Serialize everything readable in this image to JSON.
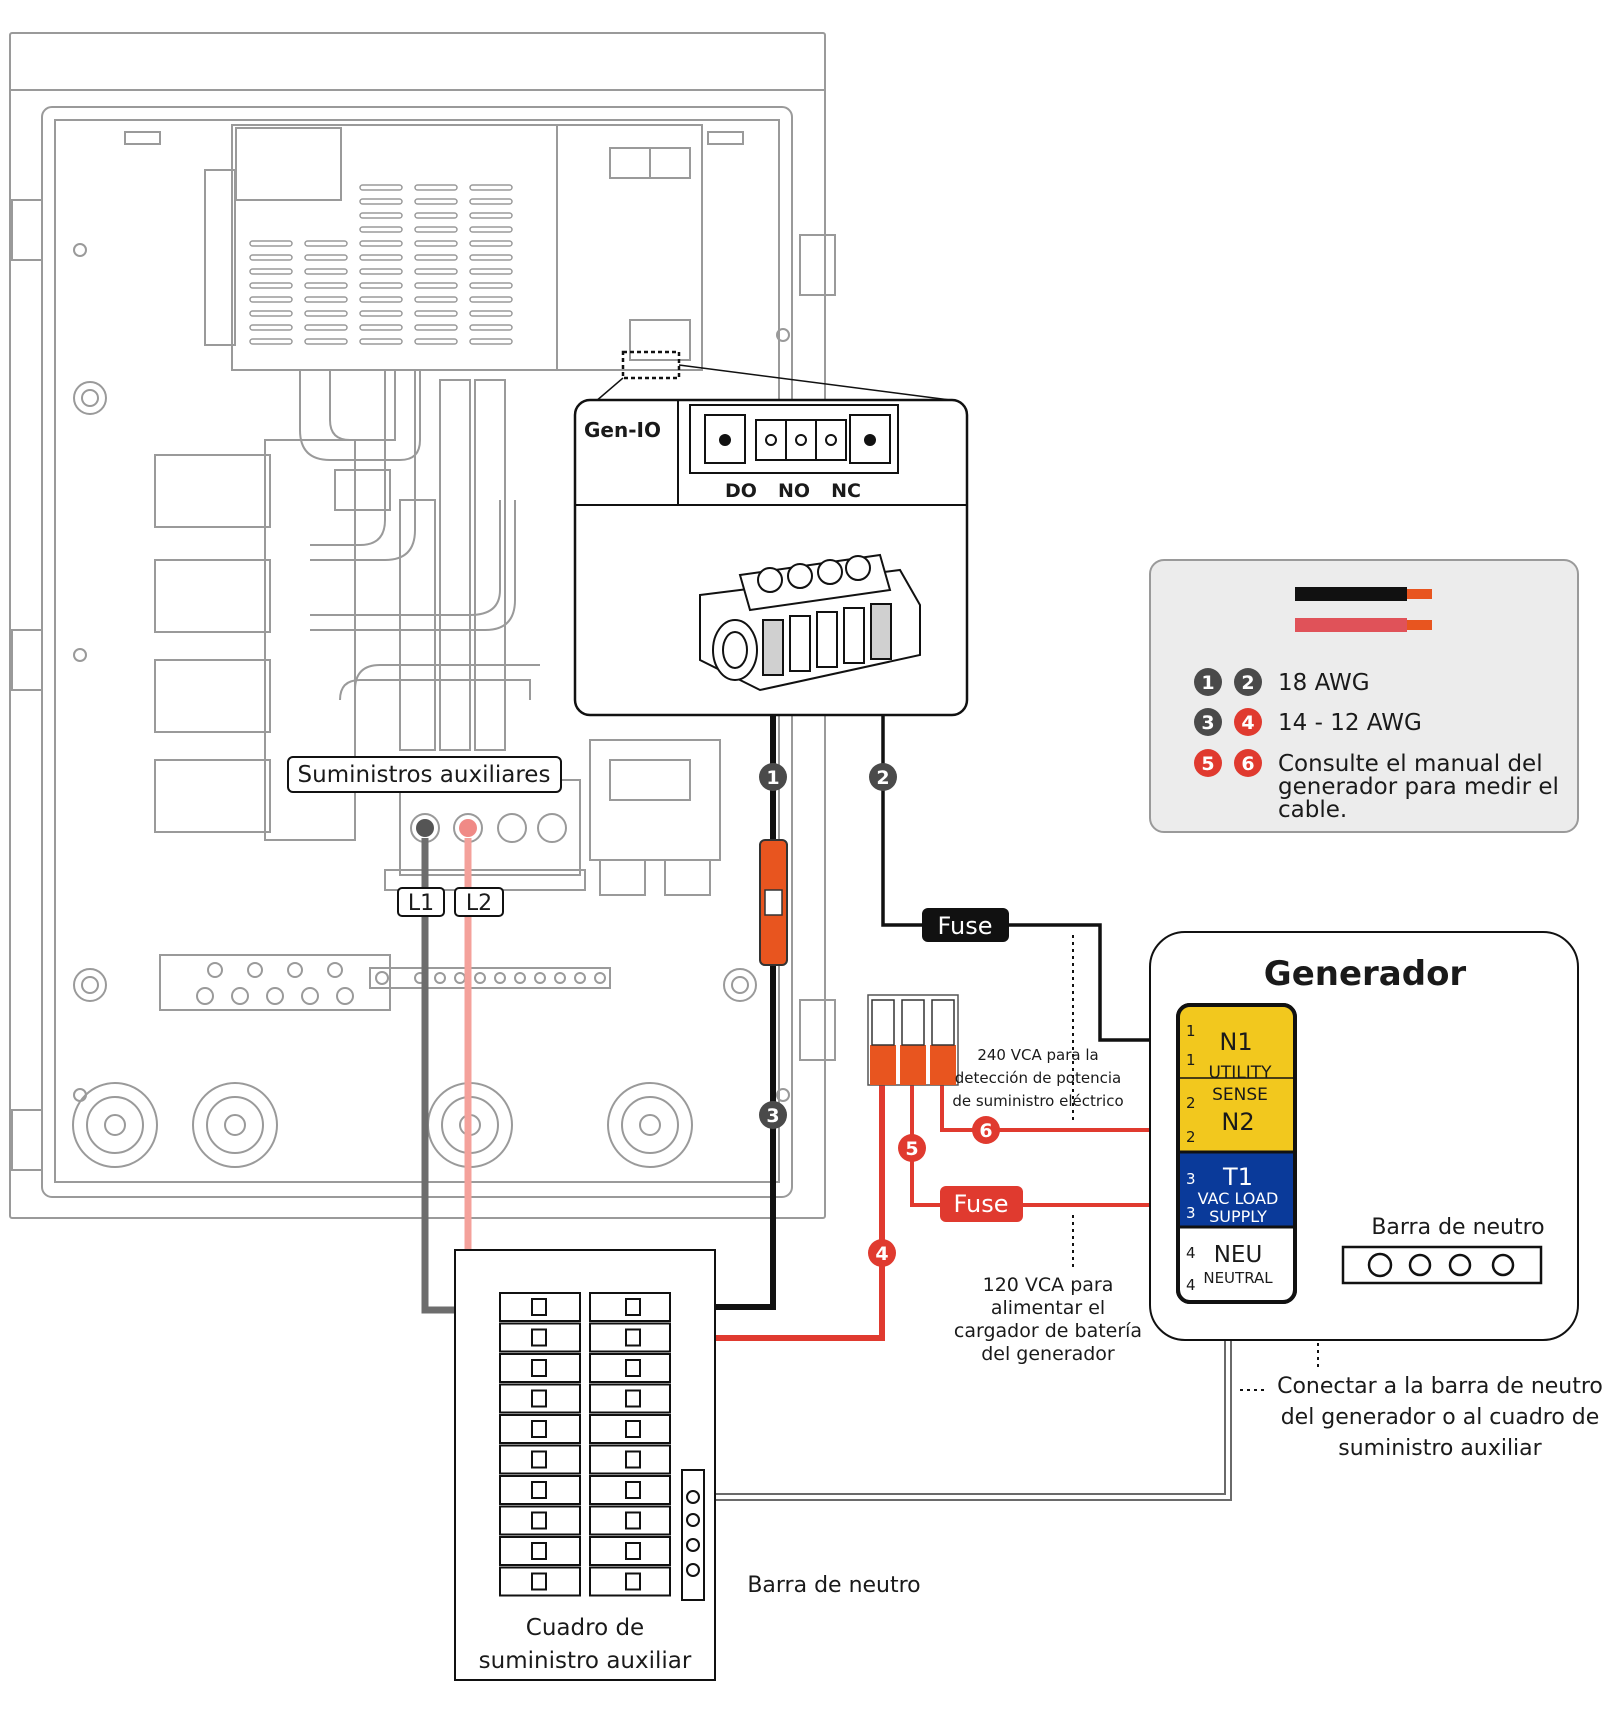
{
  "labels": {
    "aux_supply": "Suministros auxiliares",
    "l1": "L1",
    "l2": "L2",
    "gen_io": "Gen-IO",
    "do": "DO",
    "no": "NO",
    "nc": "NC",
    "fuse_top": "Fuse",
    "fuse_bottom": "Fuse",
    "generator_title": "Generador",
    "n1": "N1",
    "utility": "UTILITY",
    "sense": "SENSE",
    "n2": "N2",
    "t1": "T1",
    "vac_load": "VAC LOAD",
    "supply": "SUPPLY",
    "neu": "NEU",
    "neutral": "NEUTRAL",
    "pin1a": "1",
    "pin1b": "1",
    "pin2a": "2",
    "pin2b": "2",
    "pin3a": "3",
    "pin3b": "3",
    "pin4a": "4",
    "pin4b": "4",
    "neutral_bar_gen": "Barra de neutro",
    "neutral_bar_panel": "Barra de neutro",
    "v240_l1": "240 VCA para la",
    "v240_l2": "detección de potencia",
    "v240_l3": "de suministro eléctrico",
    "v120_l1": "120 VCA para",
    "v120_l2": "alimentar el",
    "v120_l3": "cargador de batería",
    "v120_l4": "del generador",
    "connect_l1": "Conectar a la barra de neutro",
    "connect_l2": "del generador o al cuadro de",
    "connect_l3": "suministro auxiliar",
    "panel_l1": "Cuadro de",
    "panel_l2": "suministro auxiliar",
    "b1": "1",
    "b2": "2",
    "b3": "3",
    "b4": "4",
    "b5": "5",
    "b6": "6"
  },
  "legend": {
    "row1_badges": [
      "1",
      "2"
    ],
    "row1_text": "18 AWG",
    "row2_badges": [
      "3",
      "4"
    ],
    "row2_text": "14 - 12 AWG",
    "row3_badges": [
      "5",
      "6"
    ],
    "row3_l1": "Consulte el manual del",
    "row3_l2": "generador para medir el",
    "row3_l3": "cable."
  },
  "colors": {
    "black_wire": "#111111",
    "red_wire": "#e03a2f",
    "pink_wire": "#f4a19b",
    "grey_wire": "#6d6d6d",
    "yellow": "#f2c81e",
    "blue": "#0a3a9a",
    "orange": "#e8551f",
    "legend_bg": "#ececec",
    "badge_dark": "#4a4a4a",
    "badge_red": "#e03a2f"
  }
}
